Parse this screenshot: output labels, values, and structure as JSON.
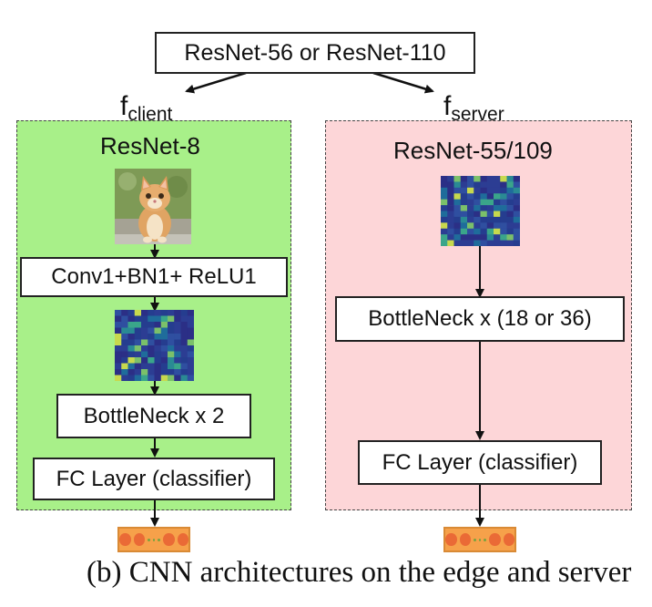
{
  "top_box": {
    "label": "ResNet-56 or ResNet-110"
  },
  "client_label": {
    "main": "f",
    "sub": "client"
  },
  "server_label": {
    "main": "f",
    "sub": "server"
  },
  "client_panel": {
    "title": "ResNet-8",
    "color": "#a8f089",
    "blocks": [
      "Conv1+BN1+ ReLU1",
      "BottleNeck x 2",
      "FC Layer (classifier)"
    ]
  },
  "server_panel": {
    "title": "ResNet-55/109",
    "color": "#fdd6d8",
    "blocks": [
      "BottleNeck x (18 or 36)",
      "FC Layer (classifier)"
    ]
  },
  "caption": "(b) CNN architectures on the edge and server",
  "icons": [
    "kitten-image",
    "feature-map-icon",
    "output-vector-icon"
  ]
}
